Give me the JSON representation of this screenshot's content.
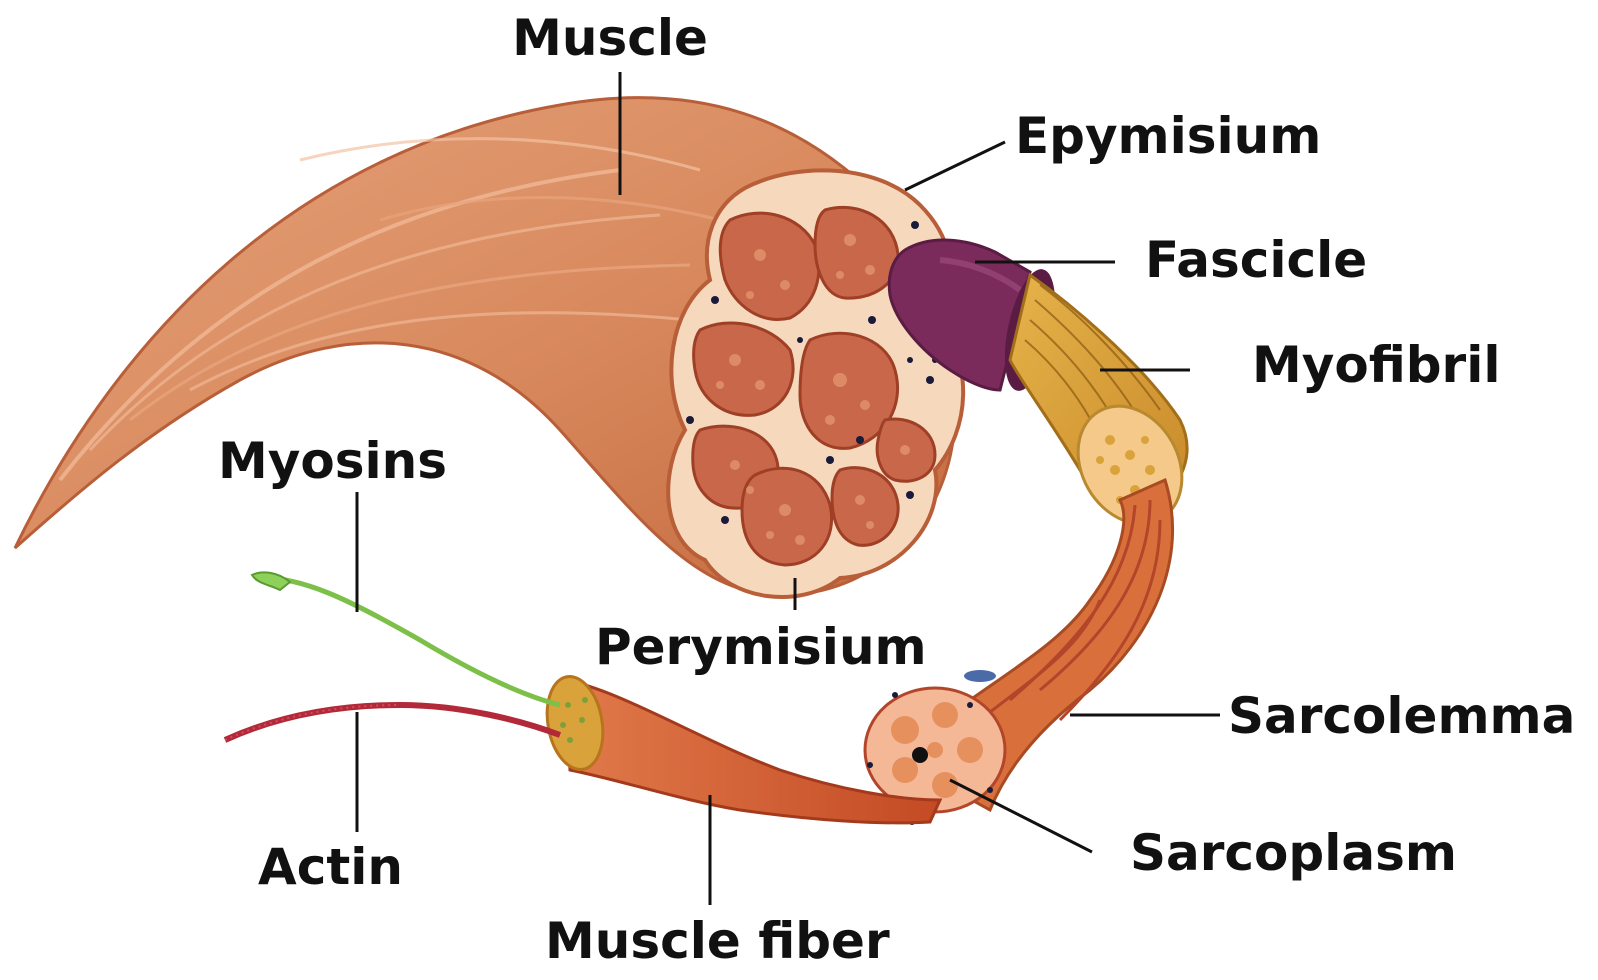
{
  "labels": {
    "muscle": "Muscle",
    "epymisium": "Epymisium",
    "fascicle": "Fascicle",
    "myofibril": "Myofibril",
    "myosins": "Myosins",
    "perymisium": "Perymisium",
    "sarcolemma": "Sarcolemma",
    "sarcoplasm": "Sarcoplasm",
    "actin": "Actin",
    "muscle_fiber": "Muscle fiber"
  },
  "colors": {
    "muscle": "#d98b5f",
    "muscle_dark": "#c4693e",
    "cross_section": "#f6d9bd",
    "fascicle_bundle": "#c8674a",
    "fascicle_sheath": "#7b2a5c",
    "myofibril": "#d9a23a",
    "fiber": "#d1582e",
    "myosin": "#7cc04a",
    "actin": "#b22a3a",
    "text": "#111111"
  }
}
